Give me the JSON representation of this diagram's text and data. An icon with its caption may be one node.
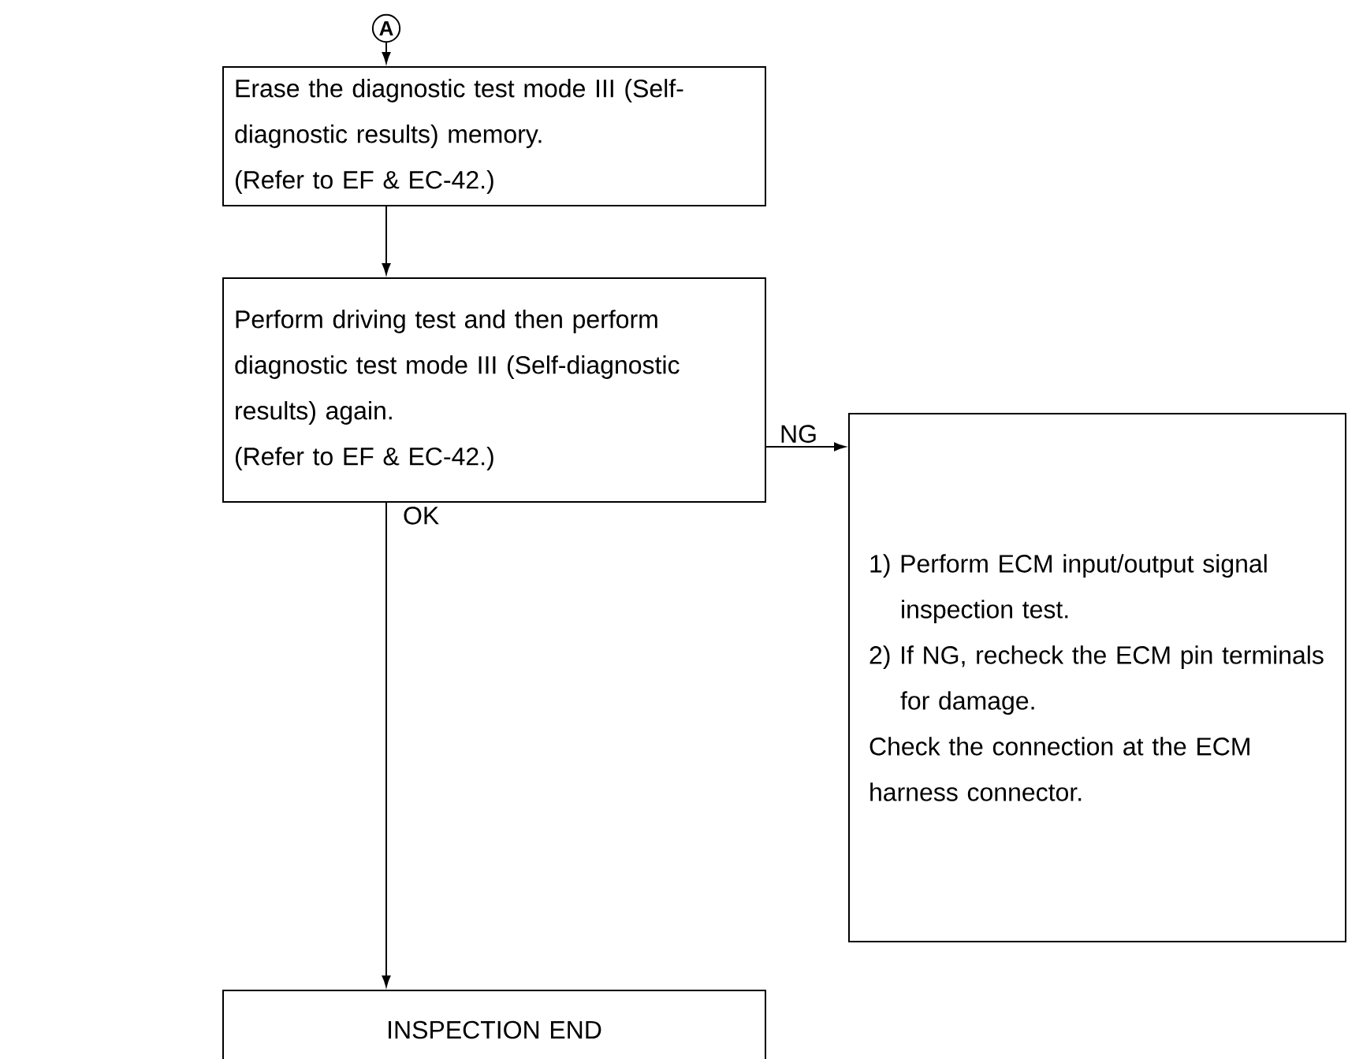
{
  "diagram": {
    "nodes": [
      {
        "text": [
          "A"
        ]
      },
      {
        "text": [
          "Erase the diagnostic test mode III (Self-diagnostic results) memory.",
          "(Refer to EF & EC-42.)"
        ]
      },
      {
        "text": [
          "Perform driving test and then perform diagnostic test mode III (Self-diagnostic results) again.",
          "(Refer to EF & EC-42.)"
        ]
      },
      {
        "text": [
          "1) Perform ECM input/output signal inspection test.",
          "2) If NG, recheck the ECM pin terminals for damage.",
          "Check the connection at the ECM harness connector."
        ]
      },
      {
        "text": [
          "INSPECTION END"
        ]
      }
    ],
    "edges": [
      {
        "from": 0,
        "to": 1,
        "arrow": "to"
      },
      {
        "from": 1,
        "to": 2,
        "arrow": "to"
      },
      {
        "from": 2,
        "to": 3,
        "arrow": "to",
        "label": "NG"
      },
      {
        "from": 2,
        "to": 4,
        "arrow": "to",
        "label": "OK"
      }
    ]
  }
}
